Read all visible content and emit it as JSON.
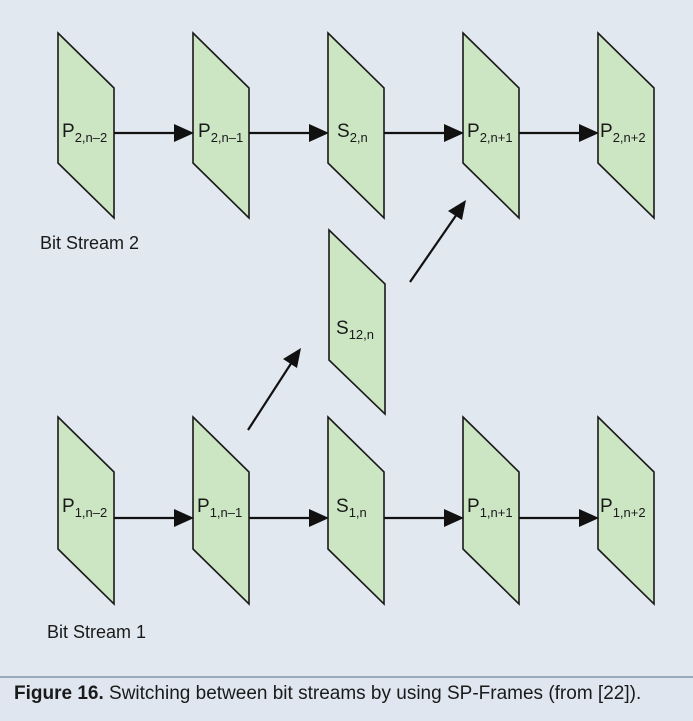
{
  "colors": {
    "frame_fill": "#cce6c4",
    "background": "#e2e8f0",
    "stroke": "#1a1a1a"
  },
  "frames": {
    "p2_nm2": {
      "main": "P",
      "sub": "2,n–2"
    },
    "p2_nm1": {
      "main": "P",
      "sub": "2,n–1"
    },
    "s2_n": {
      "main": "S",
      "sub": "2,n"
    },
    "p2_np1": {
      "main": "P",
      "sub": "2,n+1"
    },
    "p2_np2": {
      "main": "P",
      "sub": "2,n+2"
    },
    "s12_n": {
      "main": "S",
      "sub": "12,n"
    },
    "p1_nm2": {
      "main": "P",
      "sub": "1,n–2"
    },
    "p1_nm1": {
      "main": "P",
      "sub": "1,n–1"
    },
    "s1_n": {
      "main": "S",
      "sub": "1,n"
    },
    "p1_np1": {
      "main": "P",
      "sub": "1,n+1"
    },
    "p1_np2": {
      "main": "P",
      "sub": "1,n+2"
    }
  },
  "labels": {
    "stream2": "Bit Stream 2",
    "stream1": "Bit Stream 1"
  },
  "caption": {
    "number": "Figure 16.",
    "text": " Switching between bit streams by using SP-Frames (from [22])."
  }
}
